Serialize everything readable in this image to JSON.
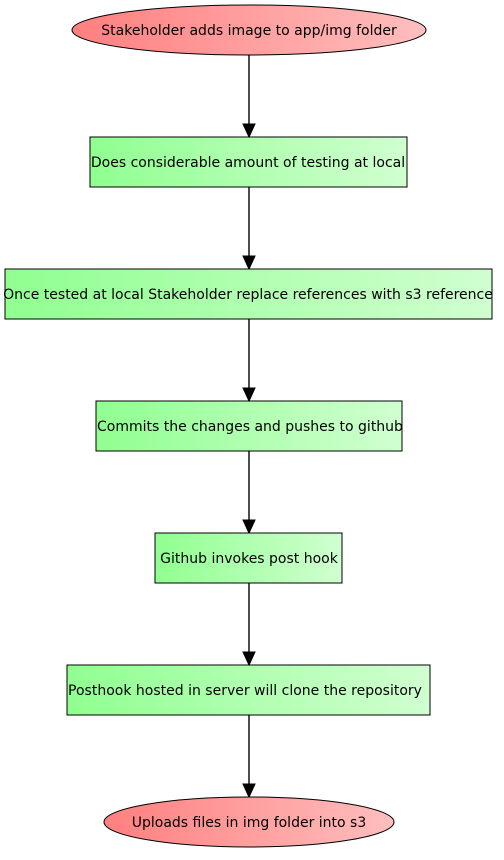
{
  "diagram": {
    "nodes": [
      {
        "id": "start",
        "shape": "ellipse",
        "label": "Stakeholder adds image to app/img folder"
      },
      {
        "id": "testing",
        "shape": "box",
        "label": "Does considerable amount of testing at local"
      },
      {
        "id": "replace-refs",
        "shape": "box",
        "label": "Once tested at local Stakeholder replace references with s3 reference"
      },
      {
        "id": "commit-push",
        "shape": "box",
        "label": "Commits the changes and pushes to github"
      },
      {
        "id": "post-hook",
        "shape": "box",
        "label": "Github invokes post hook"
      },
      {
        "id": "clone-repo",
        "shape": "box",
        "label": "Posthook hosted in server will clone the repository"
      },
      {
        "id": "upload",
        "shape": "ellipse",
        "label": "Uploads files in img folder into s3"
      }
    ],
    "edges": [
      {
        "from": "start",
        "to": "testing"
      },
      {
        "from": "testing",
        "to": "replace-refs"
      },
      {
        "from": "replace-refs",
        "to": "commit-push"
      },
      {
        "from": "commit-push",
        "to": "post-hook"
      },
      {
        "from": "post-hook",
        "to": "clone-repo"
      },
      {
        "from": "clone-repo",
        "to": "upload"
      }
    ],
    "colors": {
      "terminal_start": "#ff7f7f",
      "terminal_end": "#ffbebe",
      "process_start": "#90ff90",
      "process_end": "#d0ffd0",
      "line": "#000000"
    }
  }
}
